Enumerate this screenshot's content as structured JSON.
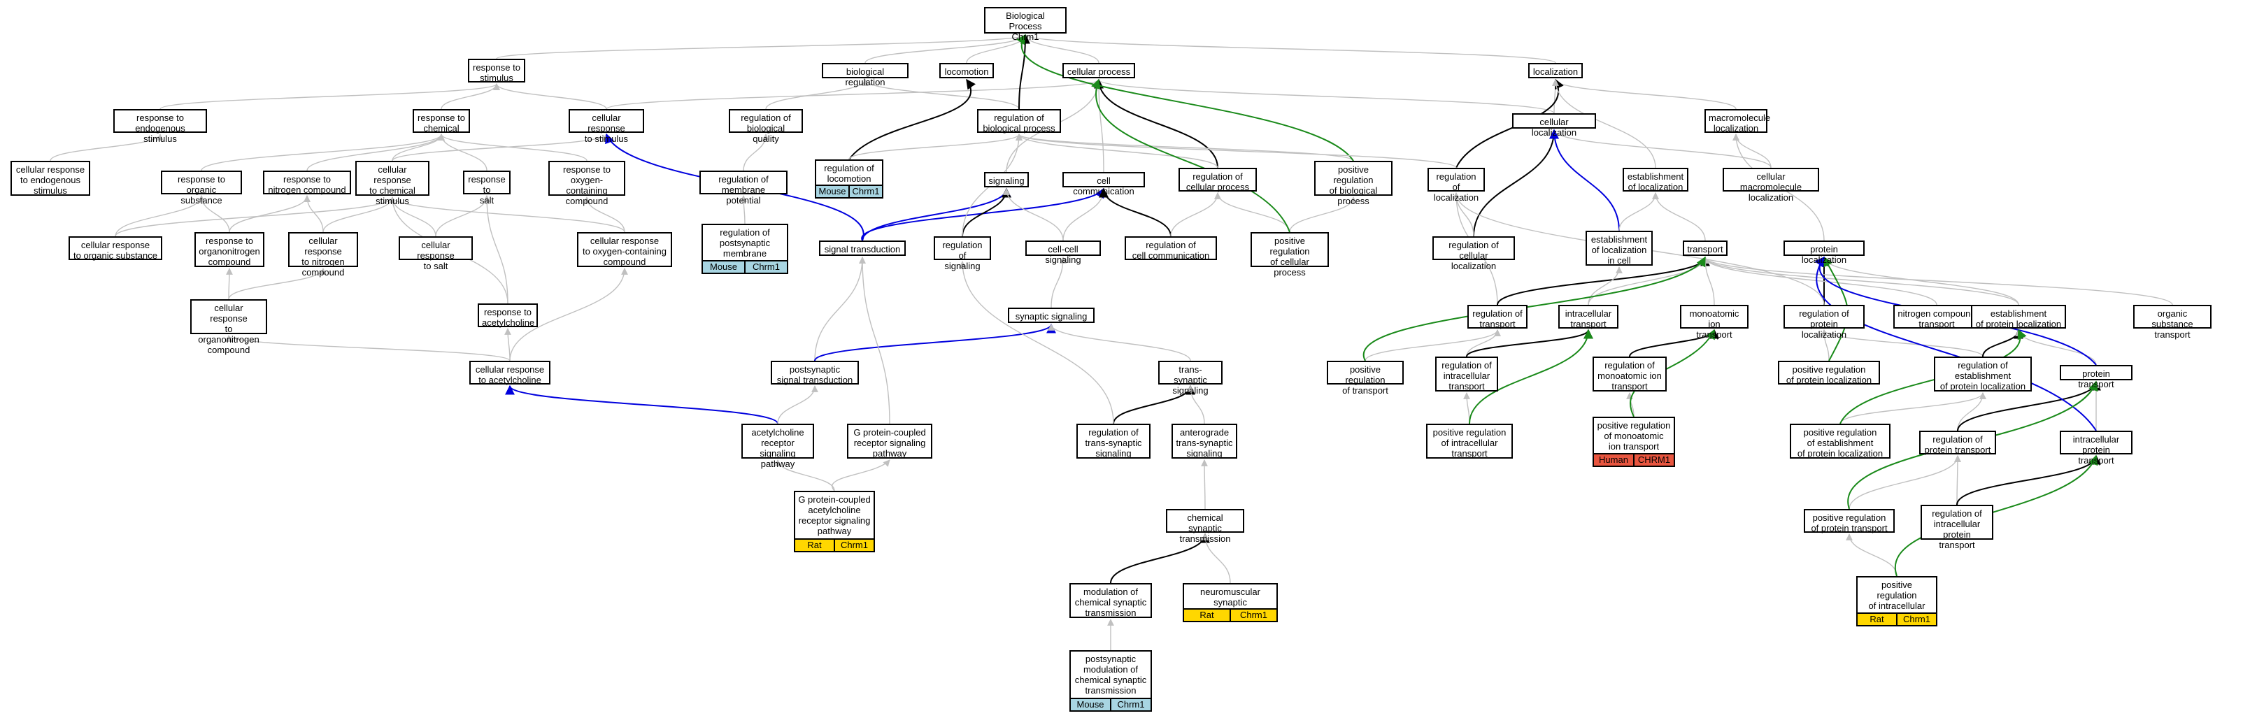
{
  "legend_colors": {
    "gray": "#c0c0c0",
    "black": "#000000",
    "blue": "#0000dd",
    "green": "#1a8a1a"
  },
  "tag_colors": {
    "Mouse": "#a8d5e2",
    "Rat": "#ffd700",
    "Human": "#e8553f"
  },
  "nodes": [
    {
      "id": "bp",
      "label": "Biological Process\nChrm1"
    },
    {
      "id": "rts",
      "label": "response to\nstimulus"
    },
    {
      "id": "breg",
      "label": "biological regulation"
    },
    {
      "id": "loco",
      "label": "locomotion"
    },
    {
      "id": "cproc",
      "label": "cellular process"
    },
    {
      "id": "localz",
      "label": "localization"
    },
    {
      "id": "rtes",
      "label": "response to\nendogenous stimulus"
    },
    {
      "id": "rtc",
      "label": "response to\nchemical"
    },
    {
      "id": "crts",
      "label": "cellular response\nto stimulus"
    },
    {
      "id": "rbq",
      "label": "regulation of\nbiological quality"
    },
    {
      "id": "rbp",
      "label": "regulation of\nbiological process"
    },
    {
      "id": "cloc",
      "label": "cellular localization"
    },
    {
      "id": "mml",
      "label": "macromolecule\nlocalization"
    },
    {
      "id": "crtes",
      "label": "cellular response\nto endogenous\nstimulus"
    },
    {
      "id": "rtos",
      "label": "response to\norganic substance"
    },
    {
      "id": "rtnc",
      "label": "response to\nnitrogen compound"
    },
    {
      "id": "crtcs",
      "label": "cellular response\nto chemical\nstimulus"
    },
    {
      "id": "rtsalt",
      "label": "response to\nsalt"
    },
    {
      "id": "rtocc",
      "label": "response to\noxygen-containing\ncompound"
    },
    {
      "id": "rmp",
      "label": "regulation of\nmembrane potential"
    },
    {
      "id": "rloco",
      "label": "regulation of\nlocomotion",
      "tags": [
        "Mouse",
        "Chrm1"
      ]
    },
    {
      "id": "sig",
      "label": "signaling"
    },
    {
      "id": "ccomm",
      "label": "cell communication"
    },
    {
      "id": "rcp",
      "label": "regulation of\ncellular process"
    },
    {
      "id": "prbp",
      "label": "positive regulation\nof biological\nprocess"
    },
    {
      "id": "rloc",
      "label": "regulation of\nlocalization"
    },
    {
      "id": "eloc",
      "label": "establishment\nof localization"
    },
    {
      "id": "cml",
      "label": "cellular macromolecule\nlocalization"
    },
    {
      "id": "crtos",
      "label": "cellular response\nto organic substance"
    },
    {
      "id": "rtonc",
      "label": "response to\norganonitrogen\ncompound"
    },
    {
      "id": "crtnc",
      "label": "cellular response\nto nitrogen\ncompound"
    },
    {
      "id": "crtsalt",
      "label": "cellular response\nto salt"
    },
    {
      "id": "crtocc",
      "label": "cellular response\nto oxygen-containing\ncompound"
    },
    {
      "id": "rpmp",
      "label": "regulation of\npostsynaptic\nmembrane potential",
      "tags": [
        "Mouse",
        "Chrm1"
      ]
    },
    {
      "id": "st",
      "label": "signal transduction"
    },
    {
      "id": "rsig",
      "label": "regulation of\nsignaling"
    },
    {
      "id": "ccs",
      "label": "cell-cell signaling"
    },
    {
      "id": "rcc",
      "label": "regulation of\ncell communication"
    },
    {
      "id": "prcp",
      "label": "positive regulation\nof cellular\nprocess"
    },
    {
      "id": "rcl",
      "label": "regulation of\ncellular localization"
    },
    {
      "id": "elc",
      "label": "establishment\nof localization\nin cell"
    },
    {
      "id": "transport",
      "label": "transport"
    },
    {
      "id": "ploc",
      "label": "protein localization"
    },
    {
      "id": "crtonc",
      "label": "cellular response\nto organonitrogen\ncompound"
    },
    {
      "id": "rtach",
      "label": "response to\nacetylcholine"
    },
    {
      "id": "ssig",
      "label": "synaptic signaling"
    },
    {
      "id": "rtr",
      "label": "regulation of\ntransport"
    },
    {
      "id": "ict",
      "label": "intracellular\ntransport"
    },
    {
      "id": "mit",
      "label": "monoatomic ion\ntransport"
    },
    {
      "id": "rpl",
      "label": "regulation of\nprotein localization"
    },
    {
      "id": "nct",
      "label": "nitrogen compound\ntransport"
    },
    {
      "id": "epl",
      "label": "establishment\nof protein localization"
    },
    {
      "id": "ost",
      "label": "organic substance\ntransport"
    },
    {
      "id": "crtach",
      "label": "cellular response\nto acetylcholine"
    },
    {
      "id": "pst",
      "label": "postsynaptic\nsignal transduction"
    },
    {
      "id": "tss",
      "label": "trans-synaptic\nsignaling"
    },
    {
      "id": "prt",
      "label": "positive regulation\nof transport"
    },
    {
      "id": "rict",
      "label": "regulation of\nintracellular\ntransport"
    },
    {
      "id": "rmit",
      "label": "regulation of\nmonoatomic ion\ntransport"
    },
    {
      "id": "prpl",
      "label": "positive regulation\nof protein localization"
    },
    {
      "id": "rep",
      "label": "regulation of\nestablishment\nof protein localization"
    },
    {
      "id": "pt",
      "label": "protein transport"
    },
    {
      "id": "achr",
      "label": "acetylcholine\nreceptor signaling\npathway"
    },
    {
      "id": "gpcr",
      "label": "G protein-coupled\nreceptor signaling\npathway"
    },
    {
      "id": "rtss",
      "label": "regulation of\ntrans-synaptic\nsignaling"
    },
    {
      "id": "ats",
      "label": "anterograde\ntrans-synaptic\nsignaling"
    },
    {
      "id": "prict",
      "label": "positive regulation\nof intracellular\ntransport"
    },
    {
      "id": "prmit",
      "label": "positive regulation\nof monoatomic\nion transport",
      "tags": [
        "Human",
        "CHRM1"
      ]
    },
    {
      "id": "prep",
      "label": "positive regulation\nof establishment\nof protein localization"
    },
    {
      "id": "rpt",
      "label": "regulation of\nprotein transport"
    },
    {
      "id": "ipt",
      "label": "intracellular\nprotein transport"
    },
    {
      "id": "gpcach",
      "label": "G protein-coupled\nacetylcholine\nreceptor signaling\npathway",
      "tags": [
        "Rat",
        "Chrm1"
      ]
    },
    {
      "id": "cst",
      "label": "chemical synaptic\ntransmission"
    },
    {
      "id": "prpt",
      "label": "positive regulation\nof protein transport"
    },
    {
      "id": "ript",
      "label": "regulation of\nintracellular\nprotein transport"
    },
    {
      "id": "mcst",
      "label": "modulation of\nchemical synaptic\ntransmission"
    },
    {
      "id": "nmst",
      "label": "neuromuscular\nsynaptic transmission",
      "tags": [
        "Rat",
        "Chrm1"
      ]
    },
    {
      "id": "pript",
      "label": "positive regulation\nof intracellular\nprotein transport",
      "tags": [
        "Rat",
        "Chrm1"
      ]
    },
    {
      "id": "pmcst",
      "label": "postsynaptic\nmodulation of\nchemical synaptic\ntransmission",
      "tags": [
        "Mouse",
        "Chrm1"
      ]
    }
  ]
}
